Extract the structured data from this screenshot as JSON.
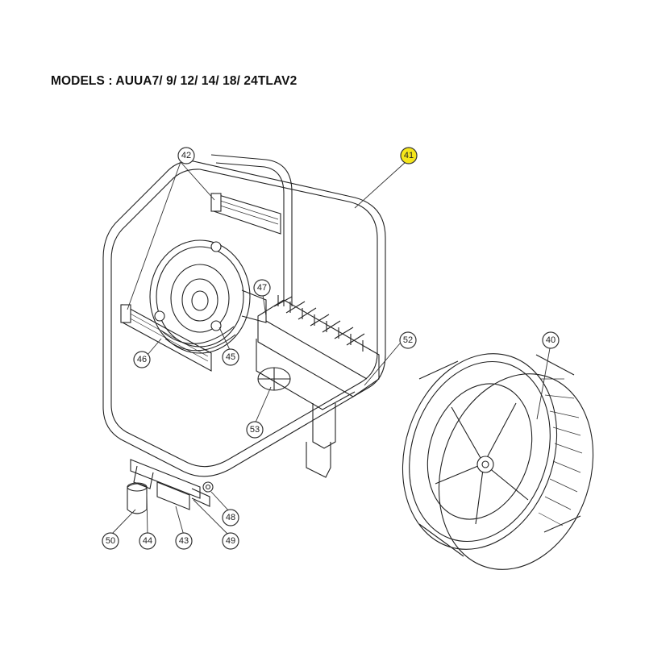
{
  "title": "MODELS : AUUA7/ 9/ 12/ 14/ 18/ 24TLAV2",
  "highlight_color": "#f5e61b",
  "callouts": [
    {
      "id": "c41",
      "label": "41",
      "highlighted": true
    },
    {
      "id": "c42",
      "label": "42",
      "highlighted": false
    },
    {
      "id": "c47",
      "label": "47",
      "highlighted": false
    },
    {
      "id": "c52",
      "label": "52",
      "highlighted": false
    },
    {
      "id": "c40",
      "label": "40",
      "highlighted": false
    },
    {
      "id": "c46",
      "label": "46",
      "highlighted": false
    },
    {
      "id": "c45",
      "label": "45",
      "highlighted": false
    },
    {
      "id": "c53",
      "label": "53",
      "highlighted": false
    },
    {
      "id": "c48",
      "label": "48",
      "highlighted": false
    },
    {
      "id": "c49",
      "label": "49",
      "highlighted": false
    },
    {
      "id": "c50",
      "label": "50",
      "highlighted": false
    },
    {
      "id": "c44",
      "label": "44",
      "highlighted": false
    },
    {
      "id": "c43",
      "label": "43",
      "highlighted": false
    }
  ]
}
